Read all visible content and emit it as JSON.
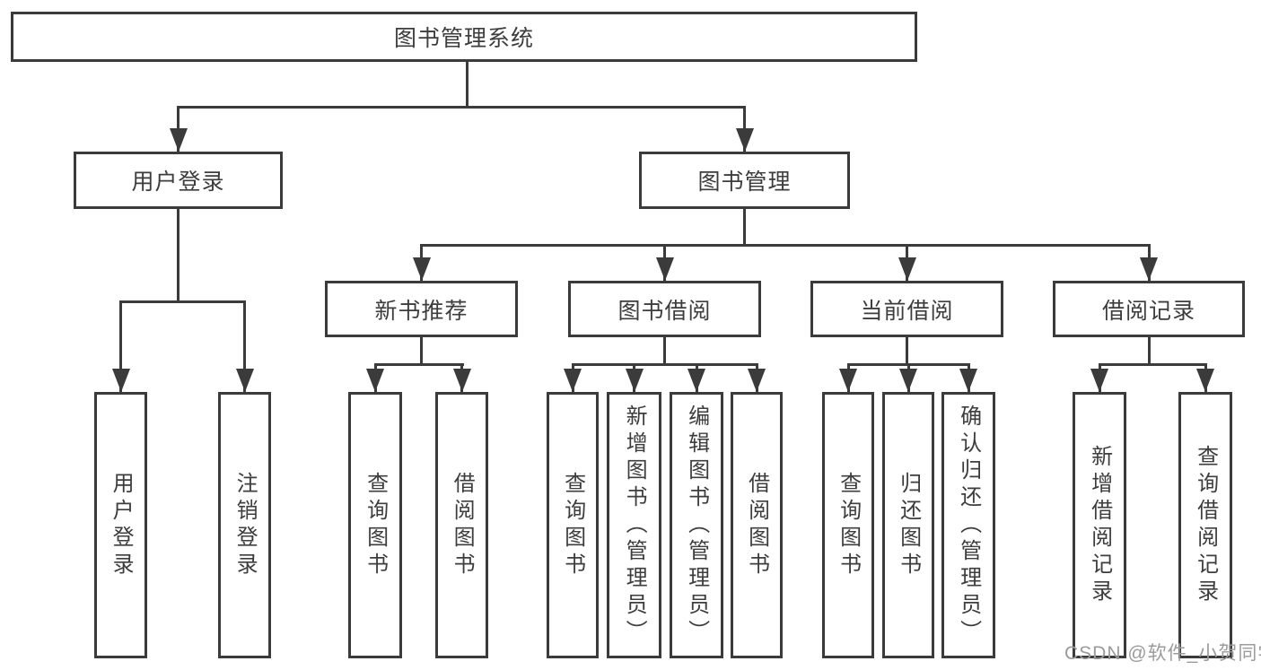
{
  "diagram": {
    "root": {
      "label": "图书管理系统"
    },
    "branches": [
      {
        "label": "用户登录",
        "leaves": [
          {
            "label": "用户登录"
          },
          {
            "label": "注销登录"
          }
        ]
      },
      {
        "label": "图书管理",
        "groups": [
          {
            "label": "新书推荐",
            "leaves": [
              {
                "label": "查询图书"
              },
              {
                "label": "借阅图书"
              }
            ]
          },
          {
            "label": "图书借阅",
            "leaves": [
              {
                "label": "查询图书"
              },
              {
                "label": "新增图书（管理员）"
              },
              {
                "label": "编辑图书（管理员）"
              },
              {
                "label": "借阅图书"
              }
            ]
          },
          {
            "label": "当前借阅",
            "leaves": [
              {
                "label": "查询图书"
              },
              {
                "label": "归还图书"
              },
              {
                "label": "确认归还（管理员）"
              }
            ]
          },
          {
            "label": "借阅记录",
            "leaves": [
              {
                "label": "新增借阅记录"
              },
              {
                "label": "查询借阅记录"
              }
            ]
          }
        ]
      }
    ],
    "watermark": "CSDN @软件_小贺同学",
    "colors": {
      "line": "#3b3b3b",
      "box_border": "#3b3b3b",
      "text": "#3d3d3d",
      "watermark": "#9b9b9b",
      "background": "#ffffff"
    }
  }
}
